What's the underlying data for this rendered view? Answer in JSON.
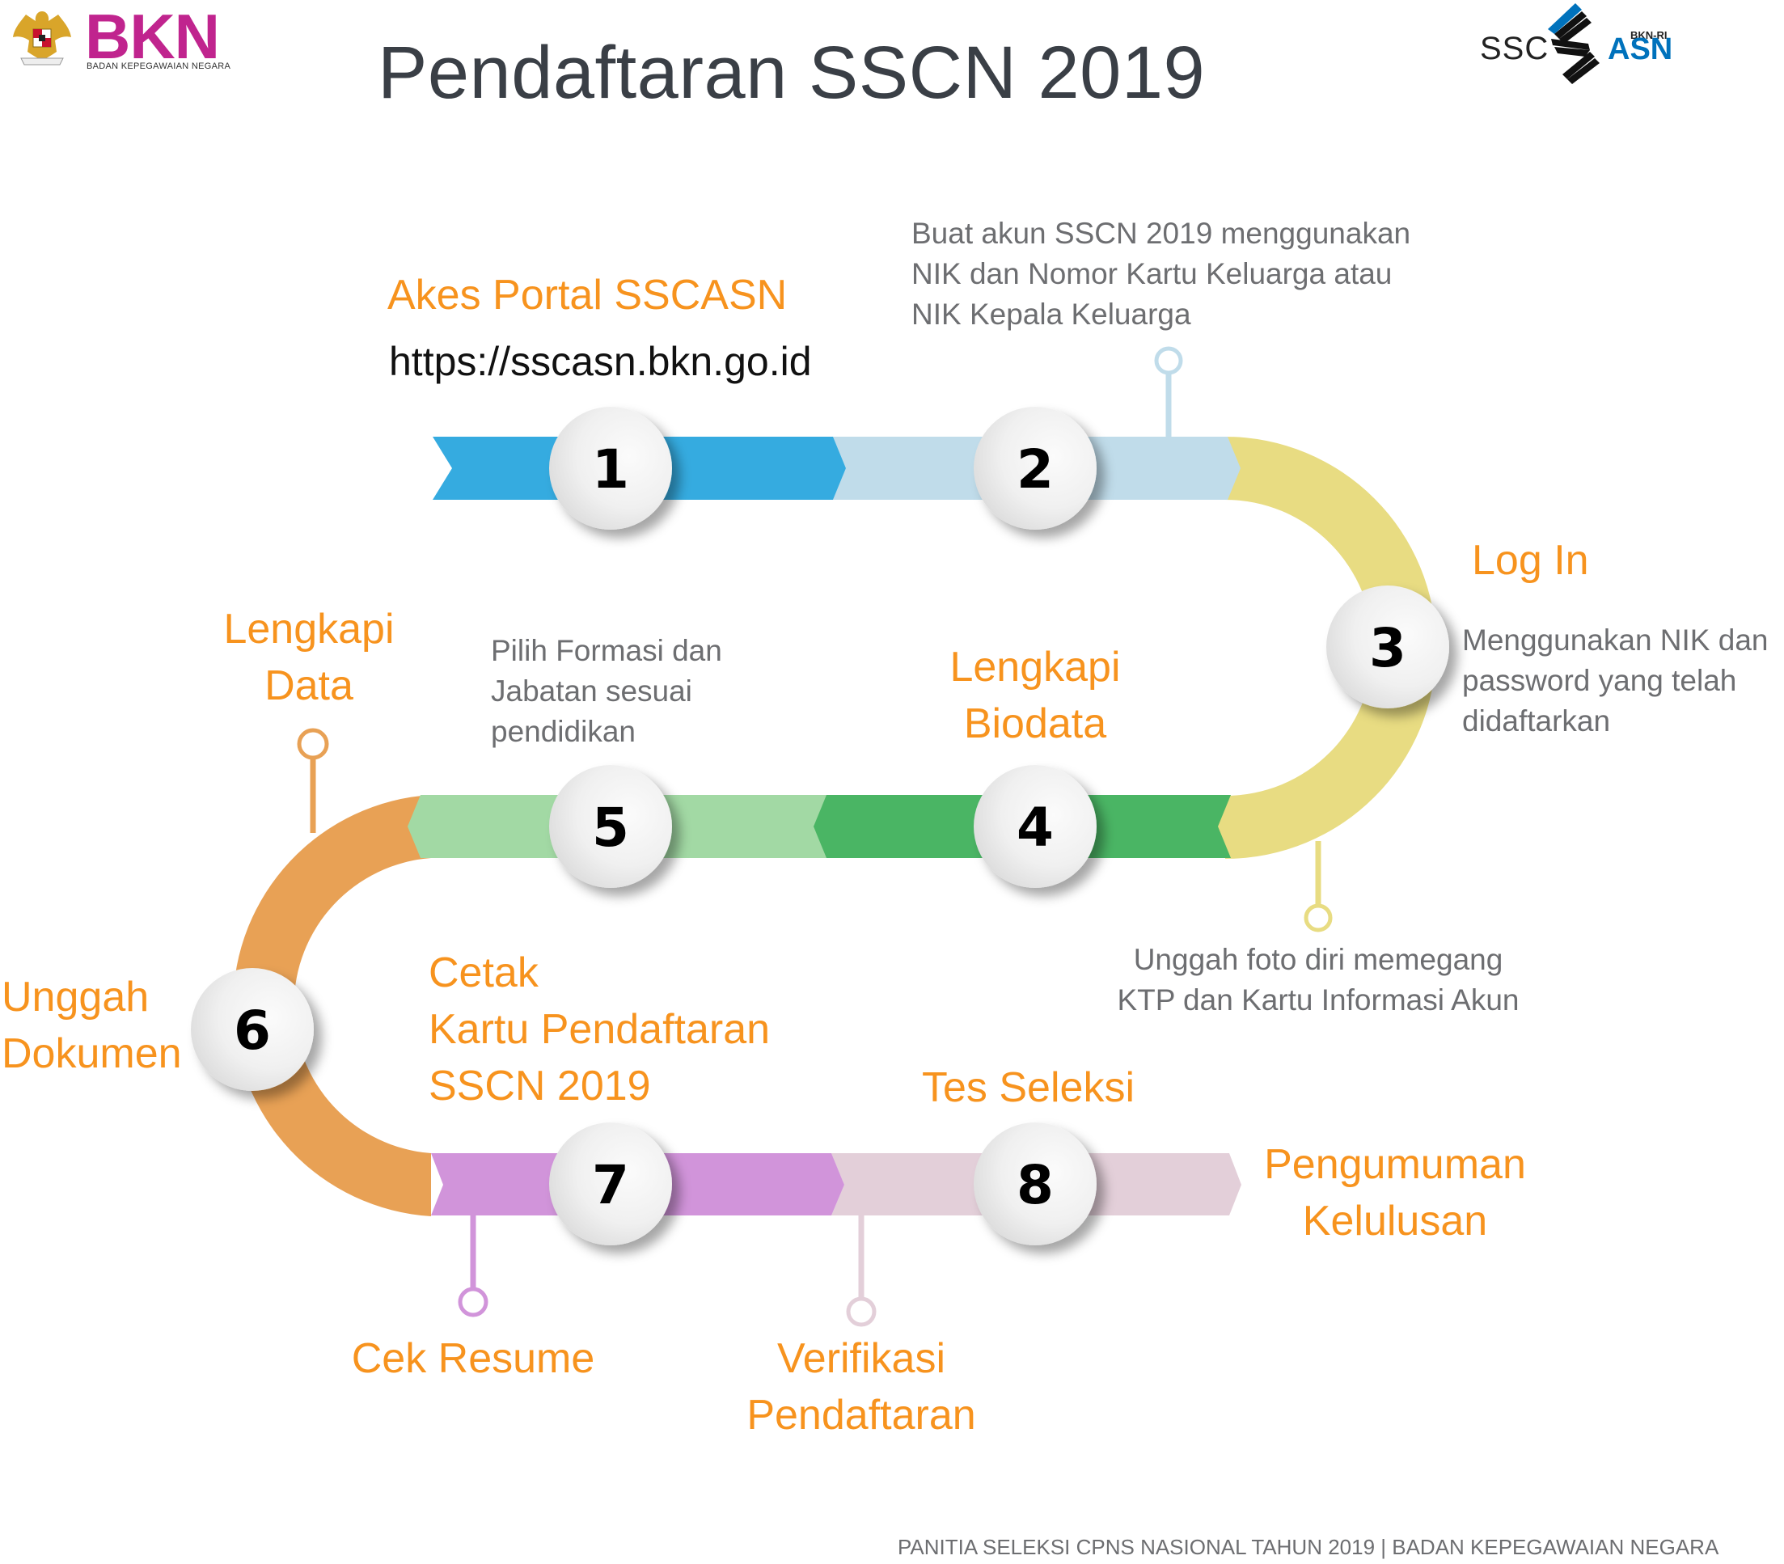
{
  "header": {
    "title": "Pendaftaran SSCN 2019",
    "bkn_logo": {
      "word": "BKN",
      "subtitle": "BADAN KEPEGAWAIAN NEGARA",
      "emblem_icon": "garuda-emblem-icon"
    },
    "ssc_logo": {
      "left": "SSC",
      "right": "ASN",
      "tag": "BKN-RI",
      "mark_icon": "ssc-stripes-icon"
    }
  },
  "colors": {
    "heading": "#f7931e",
    "body": "#6d6e71",
    "title": "#3a3f46",
    "step1": "#35abe0",
    "step2": "#c0dcea",
    "step3": "#e8dc82",
    "step4": "#4ab564",
    "step5": "#a2d9a4",
    "step6": "#e8a155",
    "step7": "#d194da",
    "step8": "#e3cfd9"
  },
  "steps": [
    {
      "number": "1",
      "heading": "Akes Portal SSCASN",
      "detail": "https://sscasn.bkn.go.id"
    },
    {
      "number": "2",
      "detail_lines": [
        "Buat akun SSCN 2019 menggunakan",
        "NIK dan Nomor Kartu Keluarga atau",
        "NIK Kepala Keluarga"
      ]
    },
    {
      "number": "3",
      "heading": "Log In",
      "detail_lines": [
        "Menggunakan NIK dan",
        "password yang telah",
        "didaftarkan"
      ],
      "sub_detail_lines": [
        "Unggah foto diri memegang",
        "KTP dan Kartu Informasi Akun"
      ]
    },
    {
      "number": "4",
      "heading_lines": [
        "Lengkapi",
        "Biodata"
      ]
    },
    {
      "number": "5",
      "detail_lines": [
        "Pilih Formasi dan",
        "Jabatan sesuai",
        "pendidikan"
      ],
      "pin_heading_lines": [
        "Lengkapi",
        "Data"
      ]
    },
    {
      "number": "6",
      "heading_lines": [
        "Unggah",
        "Dokumen"
      ]
    },
    {
      "number": "7",
      "heading_lines": [
        "Cetak",
        "Kartu Pendaftaran",
        "SSCN 2019"
      ],
      "pin_heading": "Cek Resume"
    },
    {
      "number": "8",
      "heading": "Tes Seleksi",
      "pin_heading_lines": [
        "Verifikasi",
        "Pendaftaran"
      ]
    }
  ],
  "final": {
    "heading_lines": [
      "Pengumuman",
      "Kelulusan"
    ]
  },
  "footer": "PANITIA SELEKSI CPNS NASIONAL TAHUN 2019 | BADAN KEPEGAWAIAN NEGARA"
}
